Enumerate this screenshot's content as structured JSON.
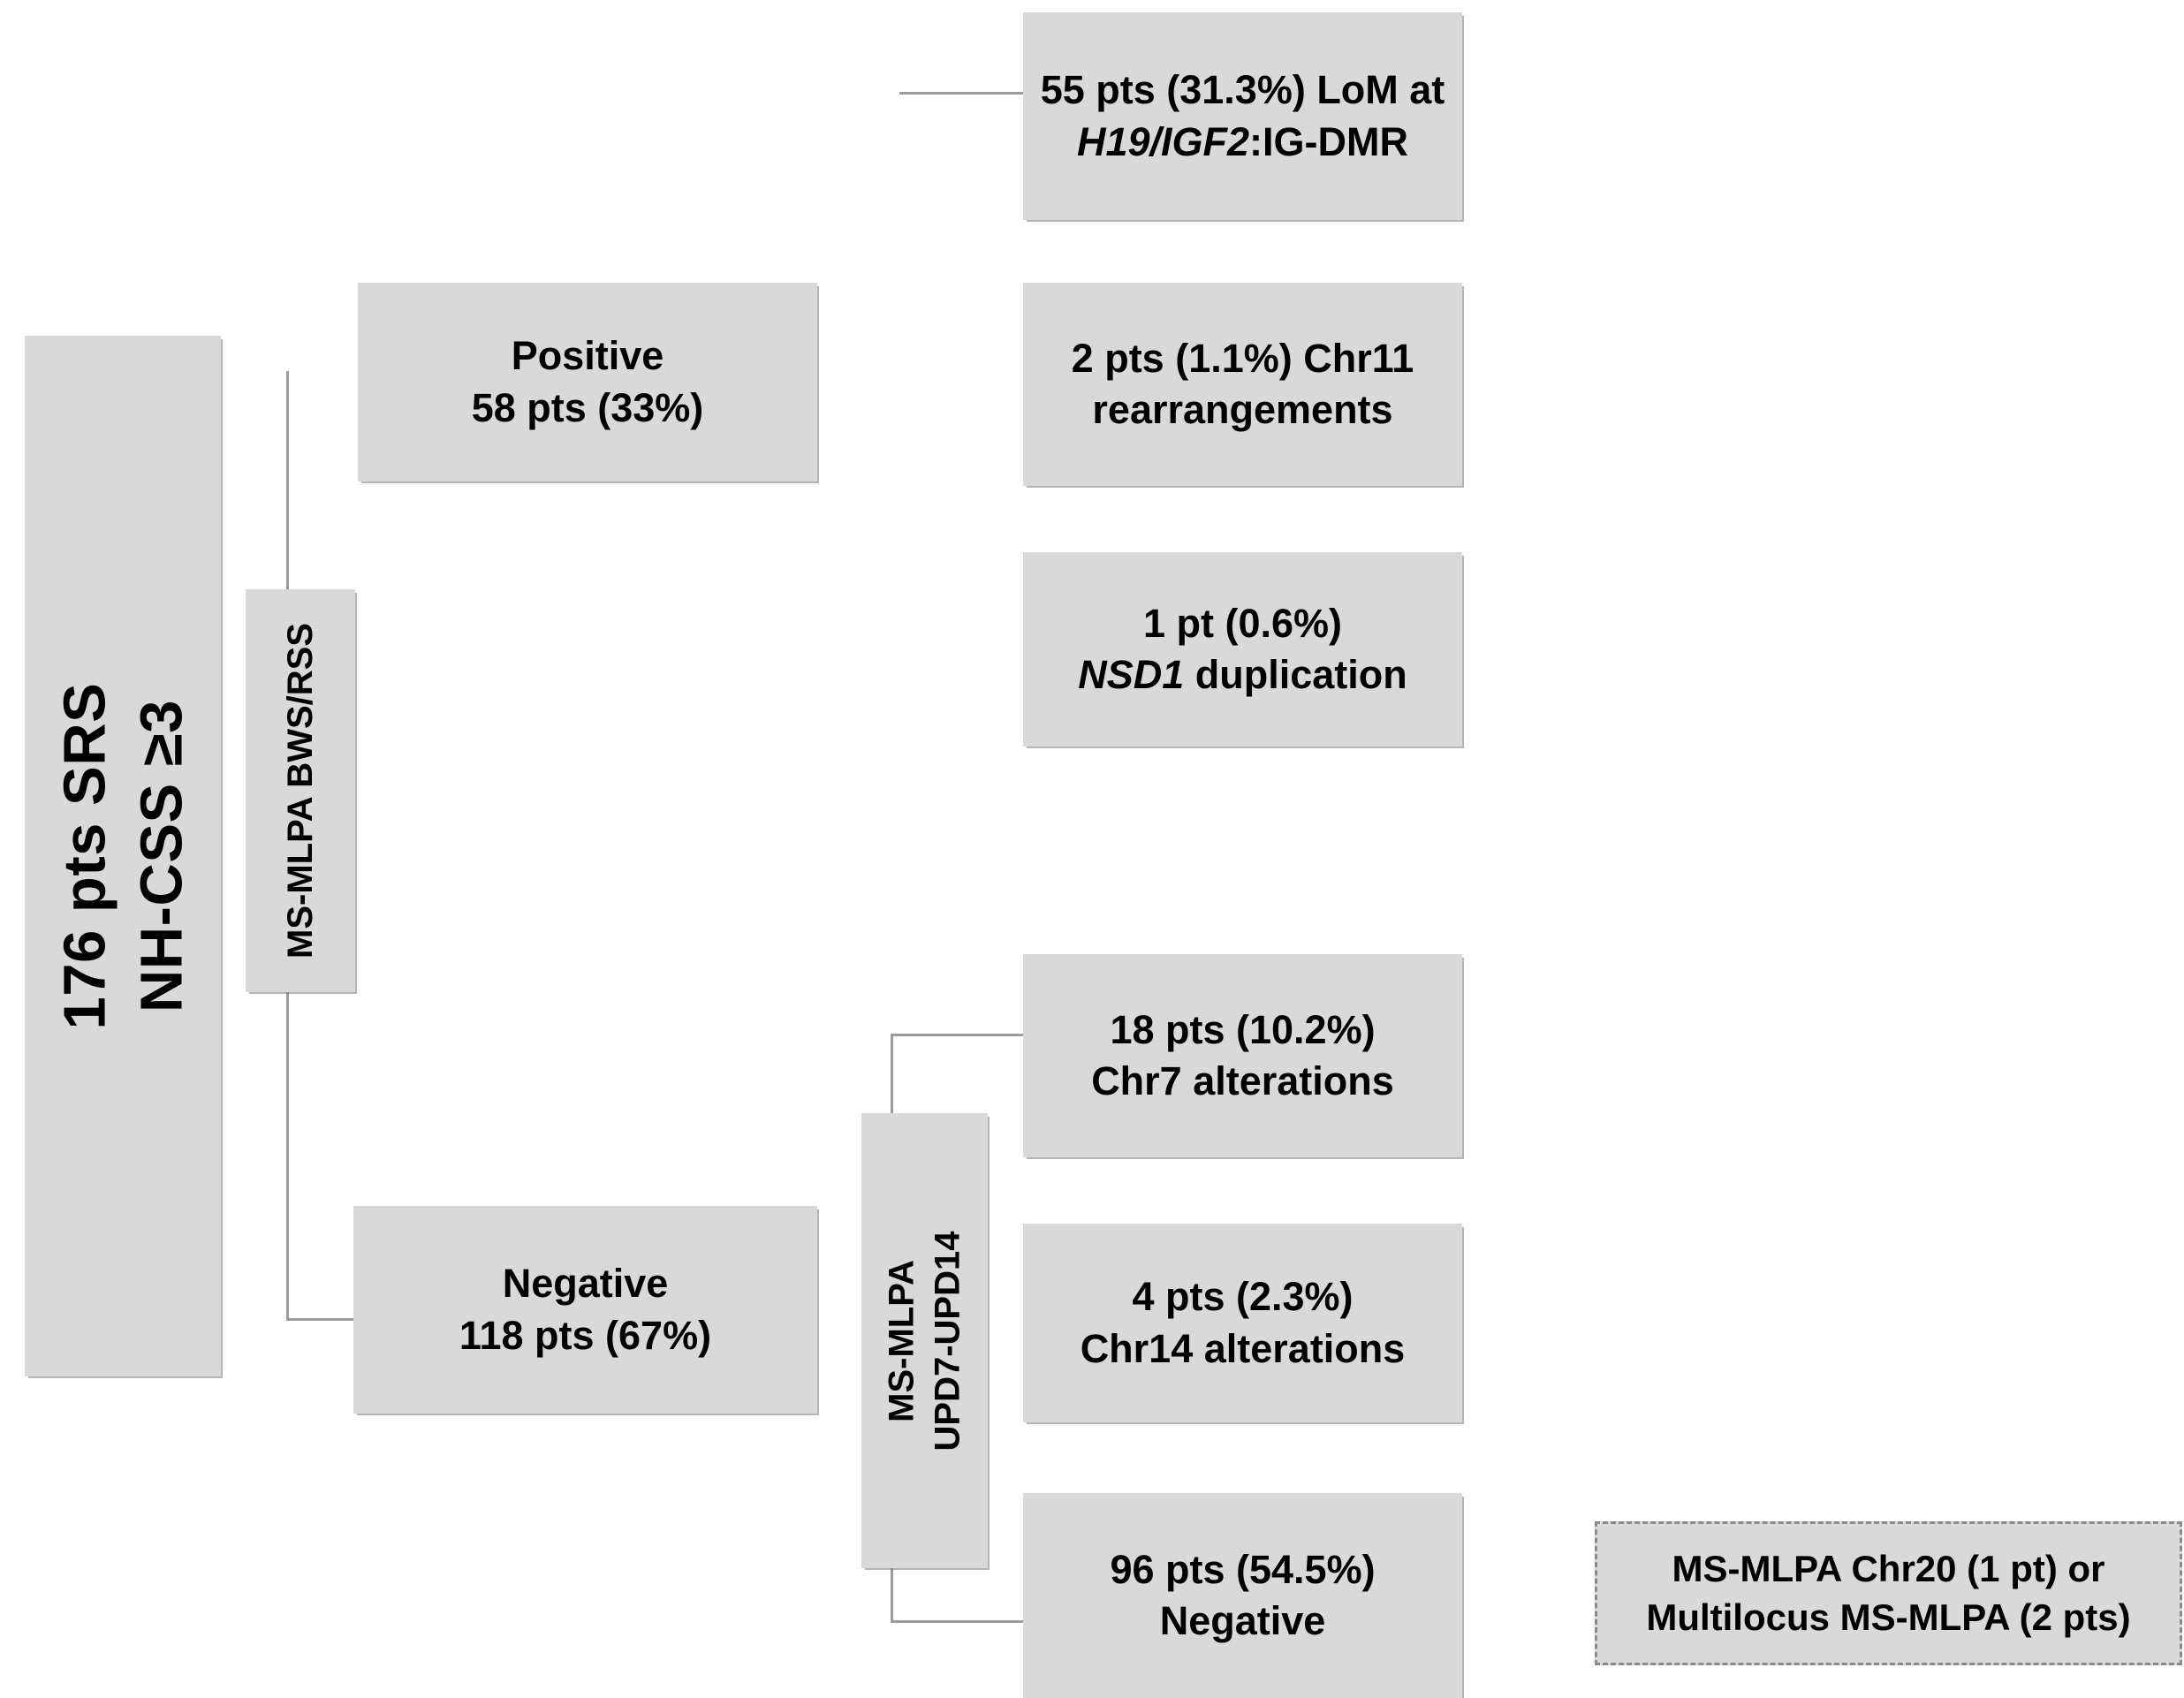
{
  "diagram": {
    "title_box": {
      "line1": "176 pts SRS",
      "line2": "NH-CSS ≥3"
    },
    "assay_bws_rss": {
      "label": "MS-MLPA BWS/RSS"
    },
    "assay_upd": {
      "line1": "MS-MLPA",
      "line2": "UPD7-UPD14"
    },
    "result_positive": {
      "line1": "Positive",
      "line2": "58 pts (33%)"
    },
    "result_negative": {
      "line1": "Negative",
      "line2": "118 pts (67%)"
    },
    "outcomes_bws_rss": [
      {
        "line1": "55 pts (31.3%) LoM at",
        "line2_italic": "H19/IGF2",
        "line2_rest": ":IG-DMR"
      },
      {
        "line1": "2 pts (1.1%) Chr11",
        "line2": "rearrangements"
      },
      {
        "line1": "1 pt (0.6%)",
        "line2_italic": "NSD1",
        "line2_rest": " duplication"
      }
    ],
    "outcomes_upd": [
      {
        "line1": "18 pts (10.2%)",
        "line2": "Chr7 alterations"
      },
      {
        "line1": "4 pts (2.3%)",
        "line2": "Chr14 alterations"
      },
      {
        "line1": "96 pts (54.5%)",
        "line2": "Negative"
      }
    ],
    "footnote_box": {
      "line1": "MS-MLPA Chr20 (1 pt) or",
      "line2": "Multilocus MS-MLPA (2 pts)"
    },
    "colors": {
      "box_fill": "#d9d9d9",
      "connector": "#9a9a9a",
      "text": "#000000",
      "dashed_border": "#8a8a8a"
    }
  }
}
